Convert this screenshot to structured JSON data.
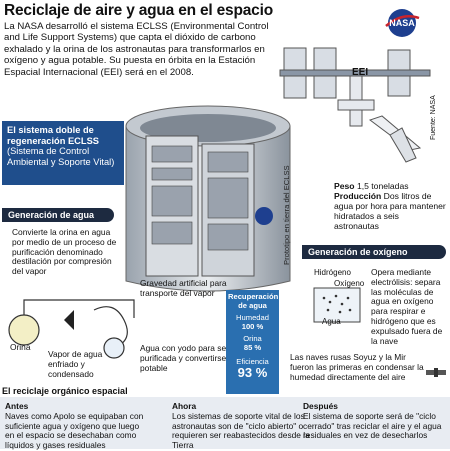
{
  "title": "Reciclaje de aire y agua en el espacio",
  "intro": "La NASA desarrolló el sistema ECLSS (Environmental Control and Life Support Systems) que capta el dióxido de carbono exhalado y la orina de los astronautas para transformarlos en oxígeno y agua potable. Su puesta en órbita en la Estación Espacial Internacional (EEI) será en el 2008.",
  "logo_text": "NASA",
  "eei_label": "EEI",
  "fuente": "Fuente: NASA",
  "blue_box": {
    "title": "El sistema doble de regeneración ECLSS",
    "subtitle": "(Sistema de Control Ambiental y Soporte Vital)"
  },
  "agua": {
    "header": "Generación de agua",
    "text": "Convierte la orina en agua por medio de un proceso de purificación denominado destilación por compresión del vapor",
    "gravedad": "Gravedad artificial para transporte del vapor",
    "potable": "Agua con yodo para ser purificada y convertirse en potable",
    "vapor": "Vapor de agua enfriado y condensado",
    "orina": "Orina"
  },
  "peso": {
    "peso_label": "Peso",
    "peso_value": "1,5 toneladas",
    "prod_label": "Producción",
    "prod_value": "Dos litros de agua por hora para mantener hidratados a seis astronautas"
  },
  "prototipo": "Prototipo en tierra del ECLSS",
  "recuperacion": {
    "title": "Recuperación de agua",
    "humedad_label": "Humedad",
    "humedad_value": "100 %",
    "orina_label": "Orina",
    "orina_value": "85 %",
    "eficiencia_label": "Eficiencia",
    "eficiencia_value": "93 %"
  },
  "oxigeno": {
    "header": "Generación de oxígeno",
    "hidrogeno": "Hidrógeno",
    "oxigeno": "Oxígeno",
    "agua": "Agua",
    "text": "Opera mediante electrólisis: separa las moléculas de agua en oxígeno para respirar e hidrógeno que es expulsado fuera de la nave"
  },
  "naves": "Las naves rusas Soyuz y la Mir fueron las primeras en condensar la humedad directamente del aire",
  "organico": {
    "header": "El reciclaje orgánico espacial",
    "antes_h": "Antes",
    "antes": "Naves como Apolo se equipaban con suficiente agua y oxígeno que luego en el espacio se desechaban como líquidos y gases residuales",
    "ahora_h": "Ahora",
    "ahora": "Los sistemas de soporte vital de los astronautas son de \"ciclo abierto\" o requieren ser reabastecidos desde la Tierra",
    "despues_h": "Después",
    "despues": "El sistema de soporte será de \"ciclo cerrado\" tras reciclar el aire y el agua residuales en vez de desecharlos"
  },
  "colors": {
    "blue": "#1f4e8c",
    "dark": "#1d2a40",
    "cyan": "#2a6fb0"
  }
}
